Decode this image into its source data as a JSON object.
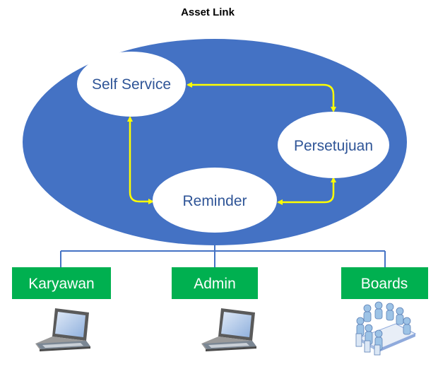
{
  "title": "Asset Link",
  "nodes": {
    "self_service": "Self Service",
    "persetujuan": "Persetujuan",
    "reminder": "Reminder"
  },
  "boxes": {
    "karyawan": "Karyawan",
    "admin": "Admin",
    "boards": "Boards"
  },
  "icons": [
    "laptop-icon",
    "laptop-icon",
    "meeting-people-icon"
  ],
  "colors": {
    "ellipse": "#4472c4",
    "inner_node": "#ffffff",
    "node_text": "#2f5597",
    "arrow": "#ffff00",
    "connector": "#4472c4",
    "box": "#00b050",
    "box_text": "#ffffff"
  }
}
